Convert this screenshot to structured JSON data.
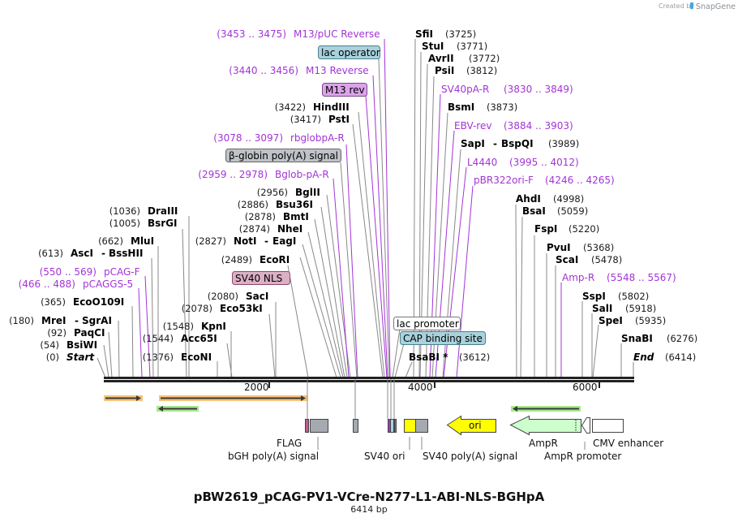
{
  "credit": {
    "prefix": "Created by",
    "brand": "SnapGene"
  },
  "map": {
    "title": "pBW2619_pCAG-PV1-VCre-N277-L1-ABI-NLS-BGHpA",
    "length_label": "6414 bp",
    "ticks": [
      "2000",
      "4000",
      "6000"
    ]
  },
  "left_sites": [
    {
      "pos": "(0)",
      "name": "Start"
    },
    {
      "pos": "(54)",
      "name": "BsiWI"
    },
    {
      "pos": "(92)",
      "name": "PaqCI"
    },
    {
      "pos": "(180)",
      "name": "MreI",
      "alt": "SgrAI"
    },
    {
      "pos": "(365)",
      "name": "EcoO109I"
    },
    {
      "pos": "(466 .. 488)",
      "name": "pCAGGS-5"
    },
    {
      "pos": "(550 .. 569)",
      "name": "pCAG-F"
    },
    {
      "pos": "(613)",
      "name": "AscI",
      "alt": "BssHII"
    },
    {
      "pos": "(662)",
      "name": "MluI"
    },
    {
      "pos": "(1005)",
      "name": "BsrGI"
    },
    {
      "pos": "(1036)",
      "name": "DraIII"
    },
    {
      "pos": "(1376)",
      "name": "EcoNI"
    },
    {
      "pos": "(1544)",
      "name": "Acc65I"
    },
    {
      "pos": "(1548)",
      "name": "KpnI"
    },
    {
      "pos": "(2078)",
      "name": "Eco53kI"
    },
    {
      "pos": "(2080)",
      "name": "SacI"
    },
    {
      "pos": "(2489)",
      "name": "EcoRI"
    },
    {
      "pos": "(2827)",
      "name": "NotI",
      "alt": "EagI"
    },
    {
      "pos": "(2874)",
      "name": "NheI"
    },
    {
      "pos": "(2878)",
      "name": "BmtI"
    },
    {
      "pos": "(2886)",
      "name": "Bsu36I"
    },
    {
      "pos": "(2956)",
      "name": "BglII"
    },
    {
      "pos": "(2959 .. 2978)",
      "name": "Bglob-pA-R"
    },
    {
      "pos": "(3078 .. 3097)",
      "name": "rbglobpA-R"
    },
    {
      "pos": "(3417)",
      "name": "PstI"
    },
    {
      "pos": "(3422)",
      "name": "HindIII"
    },
    {
      "pos": "(3440 .. 3456)",
      "name": "M13 Reverse"
    },
    {
      "pos": "(3453 .. 3475)",
      "name": "M13/pUC Reverse"
    }
  ],
  "right_sites": [
    {
      "name": "SfiI",
      "pos": "(3725)"
    },
    {
      "name": "StuI",
      "pos": "(3771)"
    },
    {
      "name": "AvrII",
      "pos": "(3772)"
    },
    {
      "name": "PsiI",
      "pos": "(3812)"
    },
    {
      "name": "SV40pA-R",
      "pos": "(3830 .. 3849)"
    },
    {
      "name": "BsmI",
      "pos": "(3873)"
    },
    {
      "name": "EBV-rev",
      "pos": "(3884 .. 3903)"
    },
    {
      "name": "SapI",
      "alt": "BspQI",
      "pos": "(3989)"
    },
    {
      "name": "L4440",
      "pos": "(3995 .. 4012)"
    },
    {
      "name": "pBR322ori-F",
      "pos": "(4246 .. 4265)"
    },
    {
      "name": "AhdI",
      "pos": "(4998)"
    },
    {
      "name": "BsaI",
      "pos": "(5059)"
    },
    {
      "name": "FspI",
      "pos": "(5220)"
    },
    {
      "name": "PvuI",
      "pos": "(5368)"
    },
    {
      "name": "ScaI",
      "pos": "(5478)"
    },
    {
      "name": "Amp-R",
      "pos": "(5548 .. 5567)"
    },
    {
      "name": "SspI",
      "pos": "(5802)"
    },
    {
      "name": "SalI",
      "pos": "(5918)"
    },
    {
      "name": "SpeI",
      "pos": "(5935)"
    },
    {
      "name": "SnaBI",
      "pos": "(6276)"
    },
    {
      "name": "End",
      "pos": "(6414)"
    },
    {
      "name": "BsaBI *",
      "pos": "(3612)"
    }
  ],
  "tag_labels": {
    "lac_operator": "lac operator",
    "m13_rev": "M13 rev",
    "beta_globin": "β-globin poly(A) signal",
    "sv40_nls": "SV40 NLS",
    "lac_promoter": "lac promoter",
    "cap_site": "CAP binding site"
  },
  "features": {
    "flag": "FLAG",
    "bgh": "bGH poly(A) signal",
    "sv40_ori": "SV40 ori",
    "sv40_polya": "SV40 poly(A) signal",
    "ori": "ori",
    "ampr": "AmpR",
    "ampr_promoter": "AmpR promoter",
    "cmv": "CMV enhancer"
  },
  "colors": {
    "primer": "#a334d6",
    "orf_orange": "#f6b860",
    "orf_green": "#9be37c",
    "ori_yellow": "#ffff00",
    "ampr_fill": "#ccffcc",
    "feature_gray": "#a5a9b0",
    "lac_operator_fill": "#a9d2dd",
    "m13_fill": "#dba3ea",
    "nls_fill": "#dbb0c5"
  }
}
